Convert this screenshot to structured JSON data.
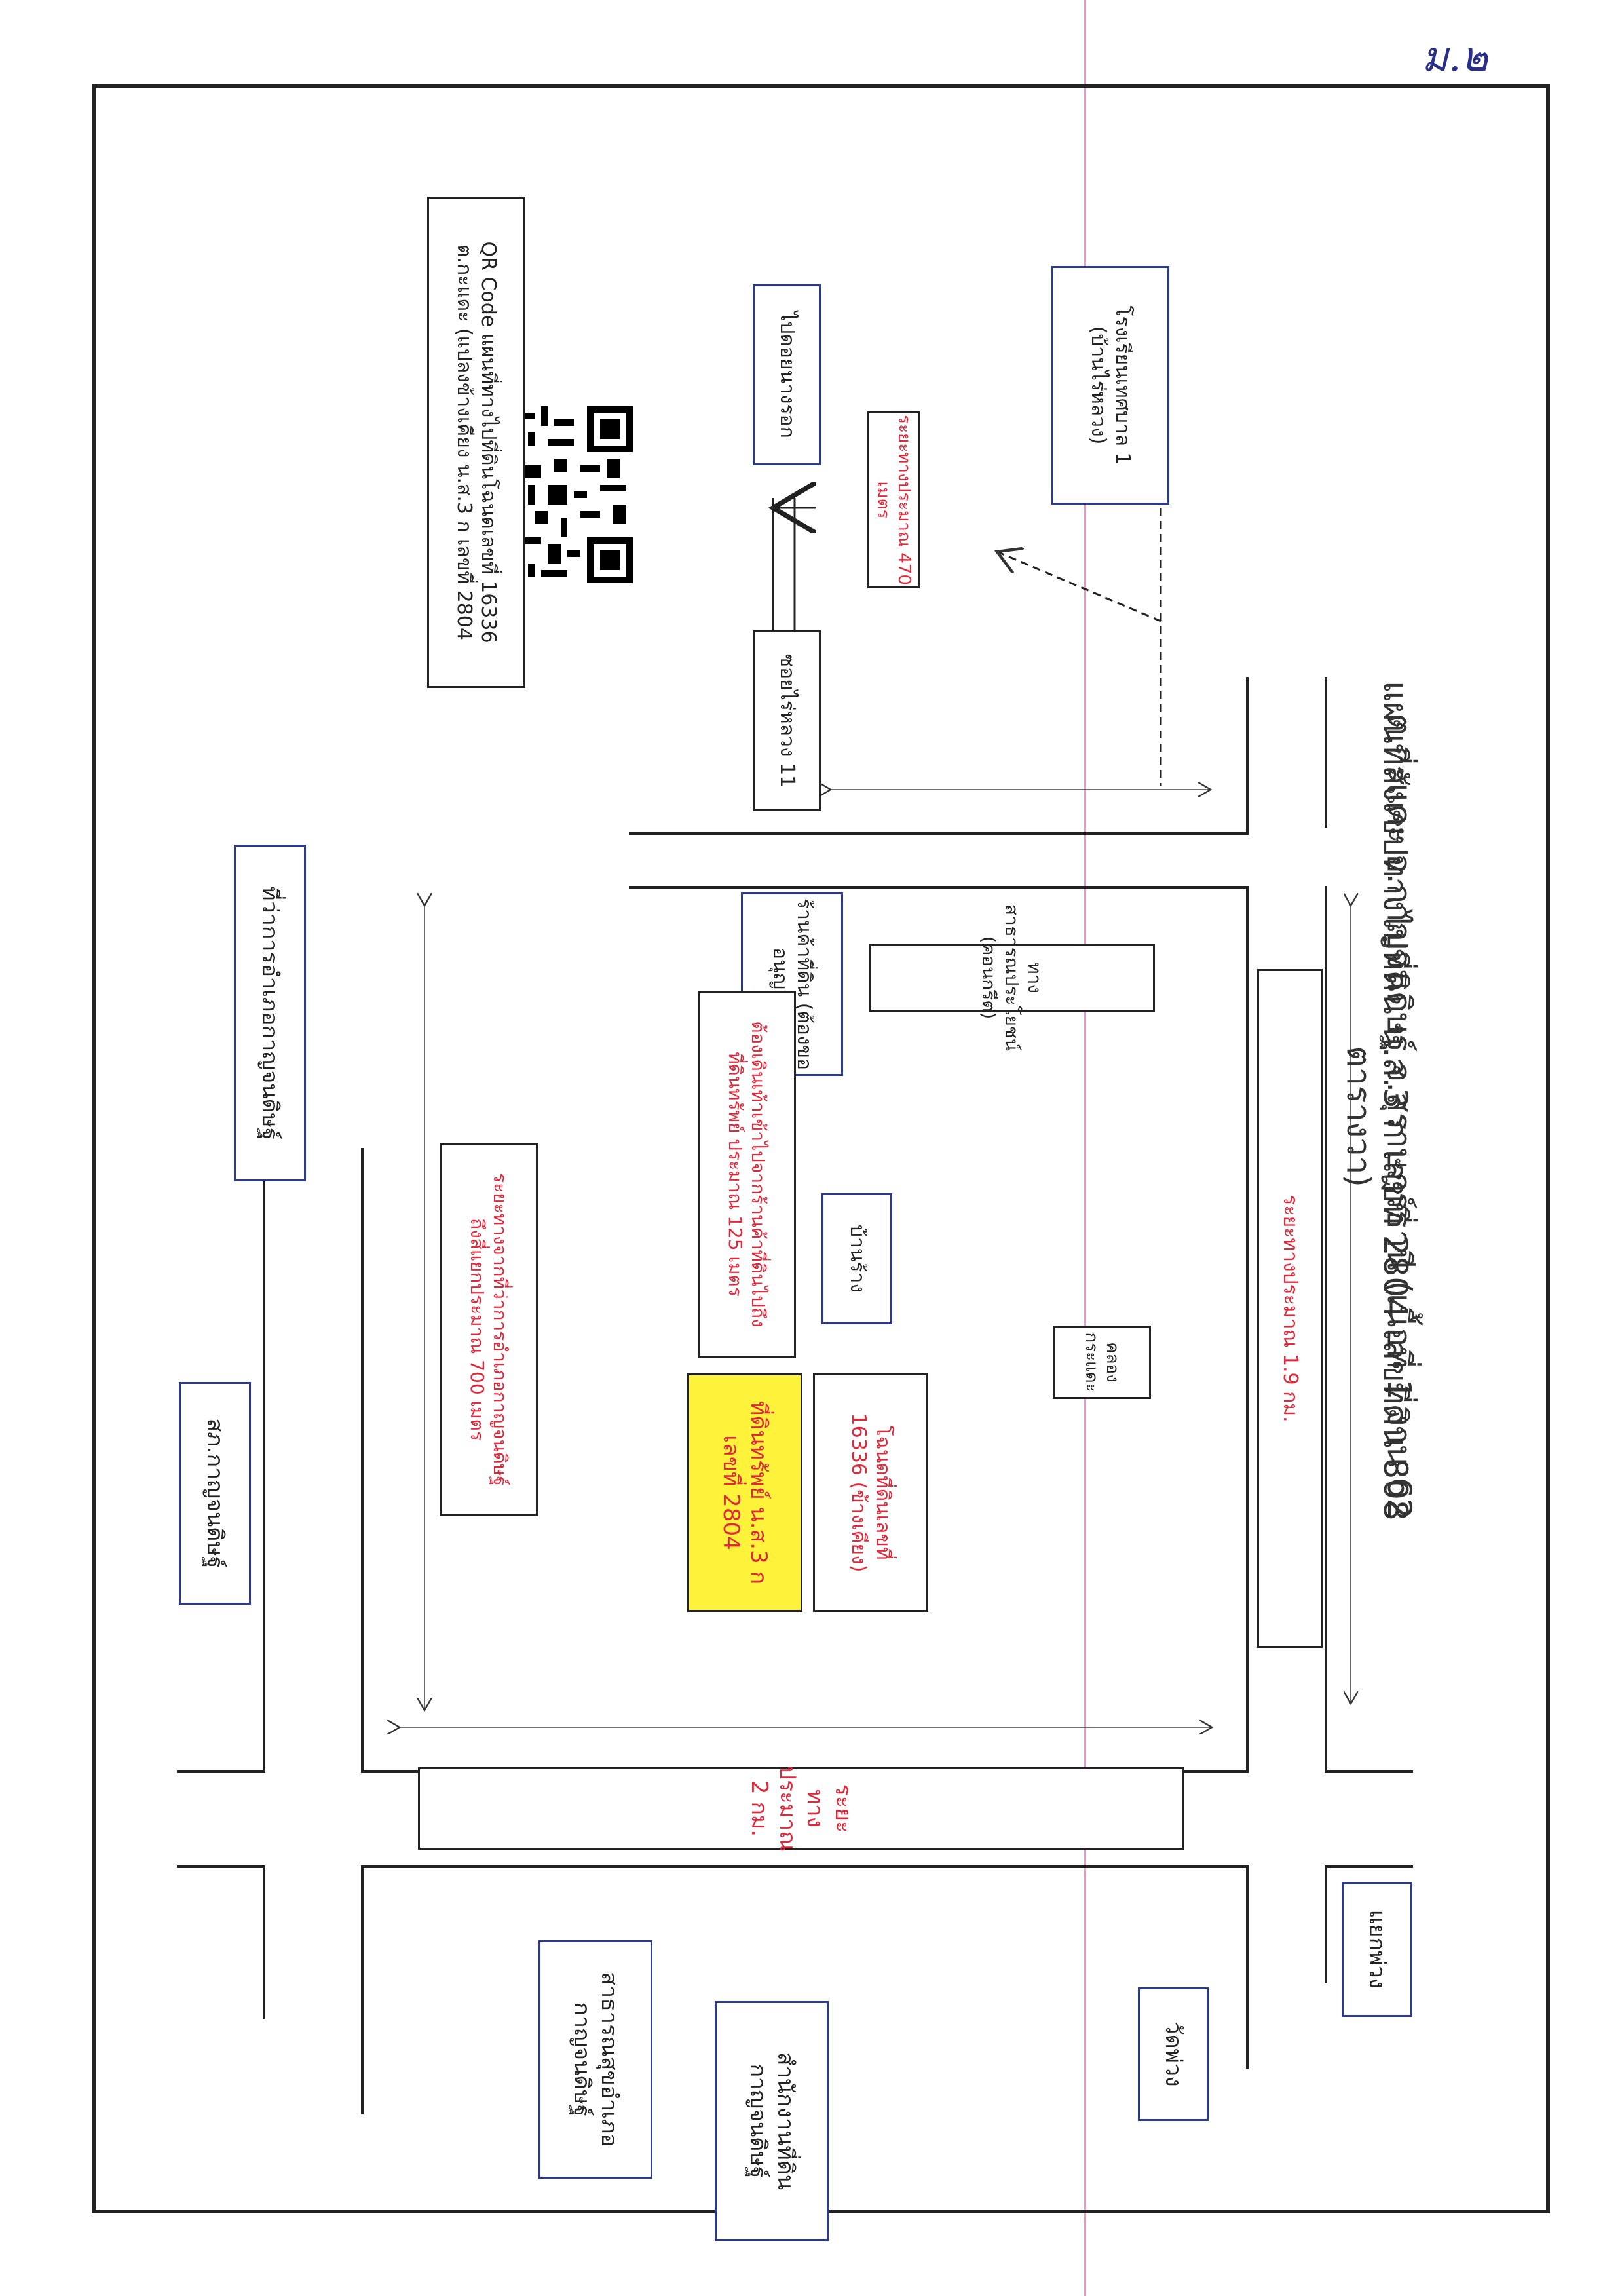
{
  "corner_mark": "ม.๒",
  "title_line_1": "แผนที่สังเขปทางไปที่ดิน น.ส.3 ก เลขที่ 2804 เลขที่ดิน 808",
  "title_line_2": "ต.กะแดะ อ.กาญจนดิษฐ์ จ.สุราษฎร์ธานี (เนื้อที่ 1 งาน 62 ตารางวา)",
  "places": {
    "school": "โรงเรียนเทศบาล 1\n(บ้านไร่หลวง)",
    "to_khao_nang": "ไปดอยนางรอก",
    "soi": "ซอยไร่หลวง 11",
    "teachers_room": "ทางสาธารณประโยชน์ (คอนกรีต)",
    "shop": "ร้านค้าที่ดิน (ต้องขอ\nอนุญาต)",
    "empty_house": "บ้านร้าง",
    "neighbor_deed": "โฉนดที่ดินเลขที่\n16336 (ข้างเคียง)",
    "subject_parcel": "ที่ดินทรัพย์ น.ส.3 ก\nเลขที่ 2804",
    "canal": "คลองกระแดะ",
    "district_office": "ที่ว่าการอำเภอกาญจนดิษฐ์",
    "police": "สภ.กาญจนดิษฐ์",
    "health_office": "สาธารณสุขอำเภอ\nกาญจนดิษฐ์",
    "land_office": "สำนักงานที่ดิน\nกาญจนดิษฐ์",
    "temple": "วัดพ่วง",
    "junction": "แยกพ่วง"
  },
  "distances": {
    "school_470": "ระยะทางประมาณ 470 เมตร",
    "walk_125": "ต้องเดินเท้าเข้าไปจากร้านค้าที่ดินไปถึง\nที่ดินทรัพย์ ประมาณ 125 เมตร",
    "district_700": "ระยะทางจากที่ว่าการอำเภอกาญจนดิษฐ์\nถึงสี่แยกประมาณ 700 เมตร",
    "road_1_9km": "ระยะทางประมาณ 1.9 กม.",
    "road_2km": "ระยะทางประมาณ 2 กม."
  },
  "qr_caption": "QR Code แผนที่ทางไปที่ดินโฉนดเลขที่ 16336\nต.กะแดะ (แปลงข้างเคียง น.ส.3 ก เลขที่ 2804",
  "colors": {
    "box_border_blue": "#2b3a8f",
    "distance_text_red": "#e0283a",
    "parcel_fill_yellow": "#fff23a"
  }
}
